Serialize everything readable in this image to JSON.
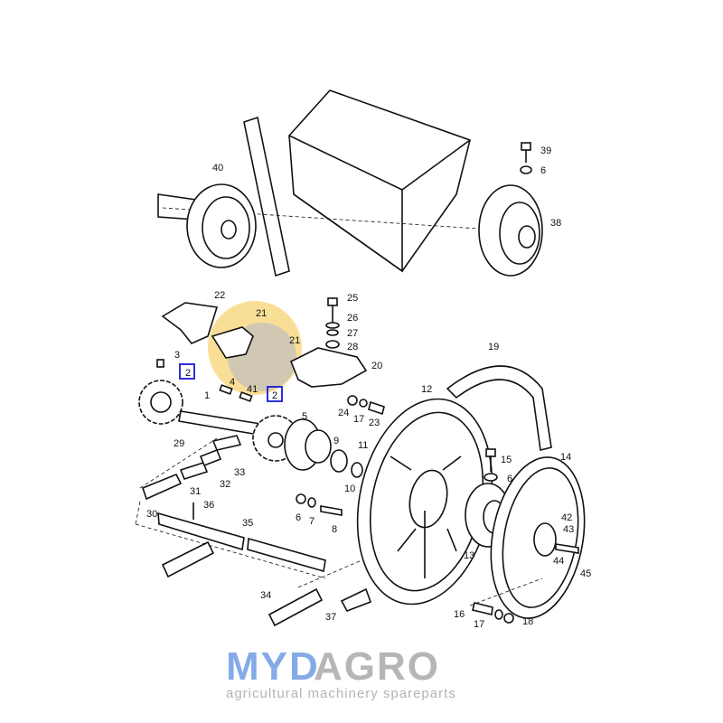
{
  "watermark": {
    "brand_prefix": "MYD",
    "brand_suffix": "AGRO",
    "tagline": "agricultural machinery spareparts",
    "colors": {
      "prefix": "#5b8fe0",
      "suffix": "#9e9e9e",
      "sun": "#f5c542"
    }
  },
  "highlight_color": "#1a1adb",
  "callouts": {
    "c40": "40",
    "c39": "39",
    "c6a": "6",
    "c38": "38",
    "c22": "22",
    "c21a": "21",
    "c25": "25",
    "c26": "26",
    "c27": "27",
    "c28": "28",
    "c21b": "21",
    "c20": "20",
    "c19": "19",
    "c3": "3",
    "c2a": "2",
    "c4": "4",
    "c41": "41",
    "c1": "1",
    "c2b": "2",
    "c5": "5",
    "c12": "12",
    "c24": "24",
    "c17a": "17",
    "c23": "23",
    "c29": "29",
    "c33": "33",
    "c32": "32",
    "c31": "31",
    "c30": "30",
    "c36": "36",
    "c9": "9",
    "c11": "11",
    "c10": "10",
    "c6b": "6",
    "c7": "7",
    "c8": "8",
    "c35": "35",
    "c15": "15",
    "c6c": "6",
    "c14": "14",
    "c13": "13",
    "c42": "42",
    "c43": "43",
    "c44": "44",
    "c45": "45",
    "c34": "34",
    "c37": "37",
    "c16": "16",
    "c17b": "17",
    "c18": "18"
  }
}
